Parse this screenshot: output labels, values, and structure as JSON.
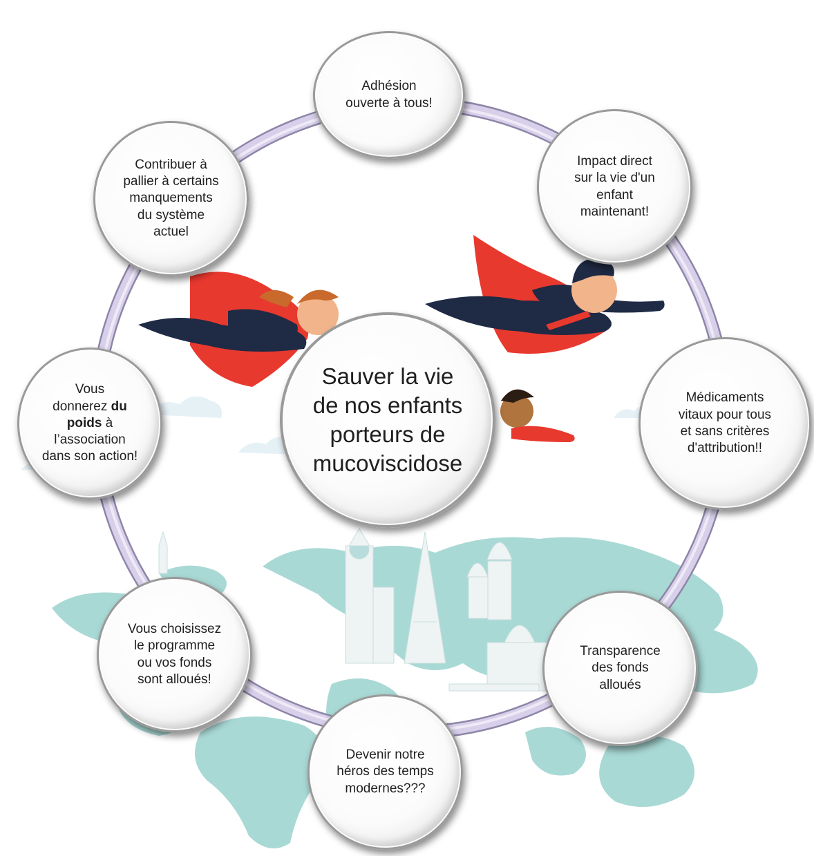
{
  "center": {
    "text": "Sauver la vie\nde nos enfants\nporteurs de\nmucoviscidose"
  },
  "bubbles": {
    "adhesion": "Adhésion\nouverte à tous!",
    "impact": "Impact direct\nsur la vie d'un\nenfant\nmaintenant!",
    "medicaments": "Médicaments\nvitaux pour tous\net sans critères\nd'attribution!!",
    "transparence": "Transparence\ndes fonds\nalloués",
    "heros": "Devenir notre\nhéros des temps\nmodernes???",
    "choix": "Vous choisissez\nle programme\nou vos fonds\nsont alloués!",
    "poids": {
      "part1": "Vous\ndonnerez ",
      "bold": "du\npoids",
      "part2": " à\nl’association\ndans son action!"
    },
    "contribuer": "Contribuer à\npallier à certains\nmanquements\ndu système\nactuel"
  },
  "colors": {
    "ring": "#cfc6e3",
    "map": "#a9d9d5",
    "cape": "#e8392f",
    "suit": "#1f2a44",
    "skin": "#f2b48a",
    "landmarks": "#eef3f3"
  },
  "illustrations": [
    "flying-heroine",
    "flying-hero",
    "flying-hero-small",
    "world-map",
    "landmarks"
  ]
}
